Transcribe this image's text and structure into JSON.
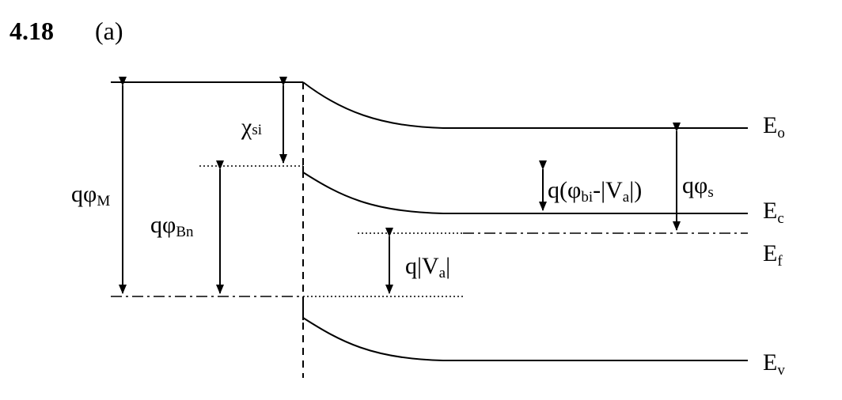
{
  "problem": {
    "number": "4.18",
    "part": "(a)"
  },
  "labels": {
    "q_phi_M": {
      "main": "qφ",
      "sub": "M"
    },
    "chi_si": {
      "main": "χ",
      "sub": "si"
    },
    "q_phi_Bn": {
      "main": "qφ",
      "sub": "Bn"
    },
    "q_phi_bi_minus_Va": {
      "pre": "q(φ",
      "sub1": "bi",
      "mid": "-|V",
      "sub2": "a",
      "post": "|)"
    },
    "q_phi_s": {
      "main": "qφ",
      "sub": "s"
    },
    "q_Va": {
      "pre": "q|V",
      "sub": "a",
      "post": "|"
    }
  },
  "levels": {
    "E_o": {
      "main": "E",
      "sub": "o"
    },
    "E_c": {
      "main": "E",
      "sub": "c"
    },
    "E_f": {
      "main": "E",
      "sub": "f"
    },
    "E_v": {
      "main": "E",
      "sub": "v"
    }
  }
}
